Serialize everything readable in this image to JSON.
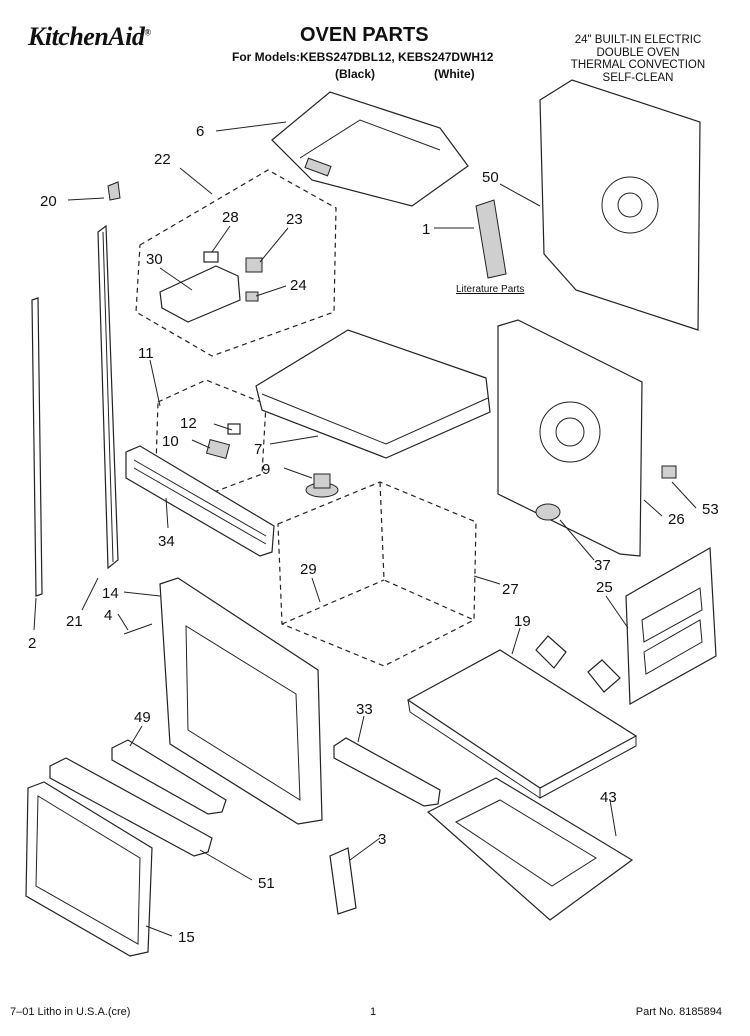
{
  "header": {
    "brand": "KitchenAid",
    "trademark": "®",
    "title": "OVEN PARTS",
    "models": "For Models:KEBS247DBL12, KEBS247DWH12",
    "color_black": "(Black)",
    "color_white": "(White)",
    "spec_lines": [
      "24\" BUILT-IN ELECTRIC",
      "DOUBLE OVEN",
      "THERMAL CONVECTION",
      "SELF-CLEAN"
    ]
  },
  "literature_label": "Literature Parts",
  "callouts": [
    "6",
    "22",
    "20",
    "28",
    "23",
    "30",
    "24",
    "50",
    "1",
    "11",
    "12",
    "10",
    "7",
    "9",
    "34",
    "53",
    "26",
    "37",
    "29",
    "27",
    "25",
    "14",
    "4",
    "21",
    "2",
    "19",
    "49",
    "33",
    "43",
    "3",
    "51",
    "15"
  ],
  "footer": {
    "litho": "7–01 Litho in U.S.A.(cre)",
    "page": "1",
    "part_no": "Part No. 8185894"
  }
}
